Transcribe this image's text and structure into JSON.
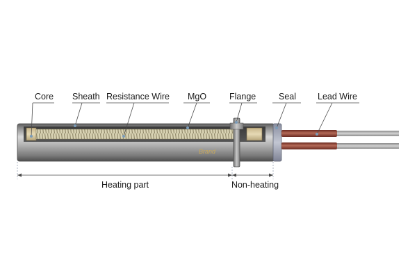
{
  "labels": {
    "core": "Core",
    "sheath": "Sheath",
    "resistance_wire": "Resistance Wire",
    "mgo": "MgO",
    "flange": "Flange",
    "seal": "Seal",
    "lead_wire": "Lead Wire"
  },
  "dimensions": {
    "heating_part": "Heating part",
    "non_heating": "Non-heating"
  },
  "engraving": "Brand",
  "colors": {
    "sheath": "#9a9a9a",
    "lead_wire": "#9a4a3a",
    "cable": "#a8a8a8",
    "coil": "#c8c4a6"
  }
}
